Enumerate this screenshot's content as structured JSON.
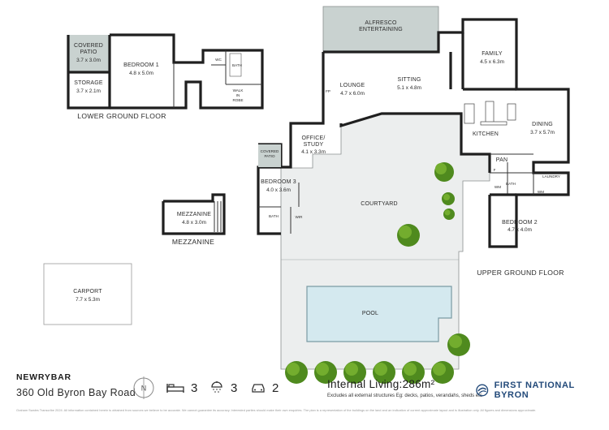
{
  "floors": {
    "lower_ground": "LOWER GROUND FLOOR",
    "upper_ground": "UPPER GROUND FLOOR",
    "mezzanine": "MEZZANINE"
  },
  "rooms": {
    "covered_patio_lower": {
      "name": "COVERED\nPATIO",
      "dim": "3.7 x 3.0m"
    },
    "bedroom1": {
      "name": "BEDROOM 1",
      "dim": "4.8 x 5.0m"
    },
    "storage": {
      "name": "STORAGE",
      "dim": "3.7 x 2.1m"
    },
    "wc": "WC",
    "bath_lower": "BATH",
    "walk_in_robe": "WALK\nIN\nROBE",
    "alfresco": "ALFRESCO\nENTERTAINING",
    "family": {
      "name": "FAMILY",
      "dim": "4.5 x 6.3m"
    },
    "lounge": {
      "name": "LOUNGE",
      "dim": "4.7 x 6.0m"
    },
    "sitting": {
      "name": "SITTING",
      "dim": "5.1 x 4.8m"
    },
    "fp": "FP",
    "dining": {
      "name": "DINING",
      "dim": "3.7 x 5.7m"
    },
    "kitchen": "KITCHEN",
    "pan": "PAN",
    "f": "F",
    "laundry": "LAUNDRY",
    "bath_upper": "BATH",
    "wm": "WM",
    "office": {
      "name": "OFFICE/\nSTUDY",
      "dim": "4.1 x 3.3m"
    },
    "covered_patio_upper": "COVERED\nPATIO",
    "bedroom3": {
      "name": "BEDROOM 3",
      "dim": "4.0 x 3.6m"
    },
    "bath_bed3": "BATH",
    "wir": "WIR",
    "courtyard": "COURTYARD",
    "bedroom2": {
      "name": "BEDROOM 2",
      "dim": "4.7 x 4.0m"
    },
    "mezzanine": {
      "name": "MEZZANINE",
      "dim": "4.8 x 3.0m"
    },
    "carport": {
      "name": "CARPORT",
      "dim": "7.7 x 5.3m"
    },
    "pool": "POOL"
  },
  "footer": {
    "suburb": "NEWRYBAR",
    "address": "360 Old Byron Bay Road",
    "compass": "N",
    "bedrooms": "3",
    "bathrooms": "3",
    "cars": "2",
    "living": "Internal Living:286m²",
    "living_note": "Excludes all external structures Eg: decks, patios, verandahs, sheds etc",
    "brand": "FIRST NATIONAL BYRON",
    "disclaimer": "Graham Swales Transcribe 2024. All information contained herein is obtained from sources we believe to be accurate. We cannot guarantee its accuracy. Interested parties should make their own enquiries. The plan is a representation of the buildings on the land and an indication of current approximate layout and is illustration only. All figures and dimensions approximate."
  },
  "colors": {
    "wall": "#1f1f1f",
    "alfresco": "#c9d2d0",
    "covered_patio": "#c9d2d0",
    "pool": "#d4e9ef",
    "tree": "#4f8a1e",
    "brand": "#234a7a"
  }
}
